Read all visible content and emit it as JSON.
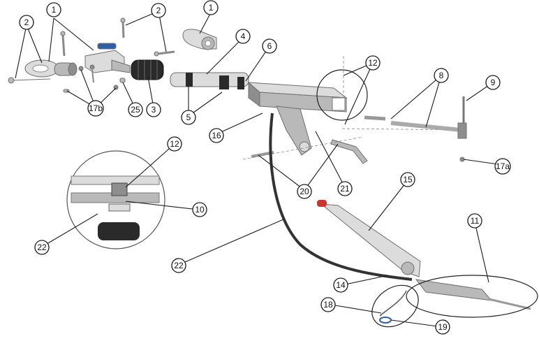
{
  "diagram": {
    "colors": {
      "metal_light": "#dcdcdc",
      "metal_mid": "#b9b9b9",
      "metal_dark": "#8e8e8e",
      "rubber": "#2a2a2a",
      "cable": "#333333",
      "accent_blue": "#2f5fa8",
      "accent_red": "#c8372d"
    },
    "callouts": [
      {
        "id": "c1a",
        "label": "1"
      },
      {
        "id": "c1b",
        "label": "1"
      },
      {
        "id": "c2a",
        "label": "2"
      },
      {
        "id": "c2b",
        "label": "2"
      },
      {
        "id": "c3",
        "label": "3"
      },
      {
        "id": "c4",
        "label": "4"
      },
      {
        "id": "c5",
        "label": "5"
      },
      {
        "id": "c6",
        "label": "6"
      },
      {
        "id": "c8",
        "label": "8"
      },
      {
        "id": "c9",
        "label": "9"
      },
      {
        "id": "c10",
        "label": "10"
      },
      {
        "id": "c11",
        "label": "11"
      },
      {
        "id": "c12a",
        "label": "12"
      },
      {
        "id": "c12b",
        "label": "12"
      },
      {
        "id": "c14",
        "label": "14"
      },
      {
        "id": "c15",
        "label": "15"
      },
      {
        "id": "c16",
        "label": "16"
      },
      {
        "id": "c17a",
        "label": "17a"
      },
      {
        "id": "c17b",
        "label": "17b"
      },
      {
        "id": "c18",
        "label": "18"
      },
      {
        "id": "c19",
        "label": "19"
      },
      {
        "id": "c20",
        "label": "20"
      },
      {
        "id": "c21",
        "label": "21"
      },
      {
        "id": "c22a",
        "label": "22"
      },
      {
        "id": "c22b",
        "label": "22"
      },
      {
        "id": "c25",
        "label": "25"
      }
    ]
  }
}
